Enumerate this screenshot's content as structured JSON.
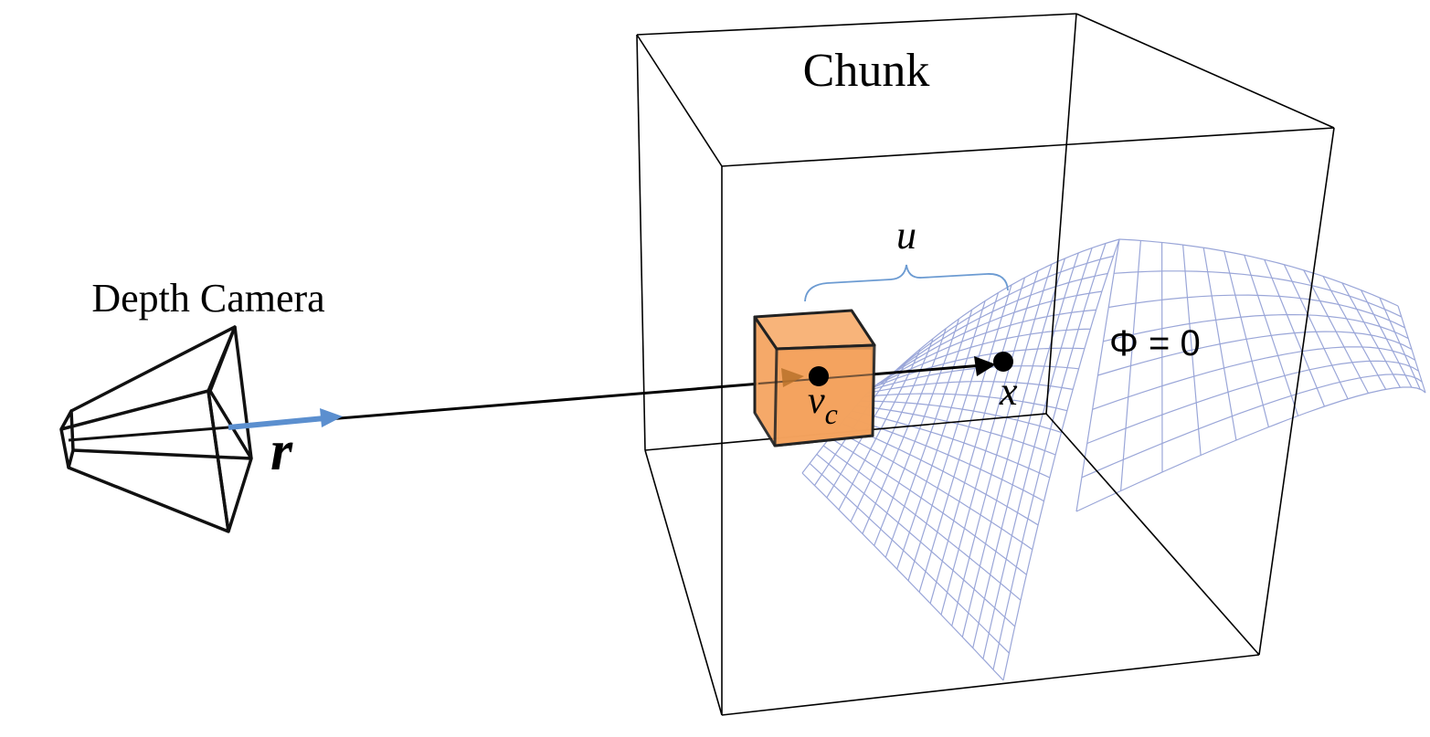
{
  "labels": {
    "chunk": "Chunk",
    "camera": "Depth Camera",
    "ray": "r",
    "voxel_center": "v",
    "voxel_center_sub": "c",
    "point": "x",
    "voxel_size": "u",
    "surface": "Φ = 0"
  },
  "colors": {
    "voxel_fill": "#f5a25d",
    "voxel_edge": "#222222",
    "ray_direction": "#5b8fcf",
    "surface_mesh": "#9aa6d8",
    "brace": "#6c9bd2",
    "lines": "#000000"
  }
}
